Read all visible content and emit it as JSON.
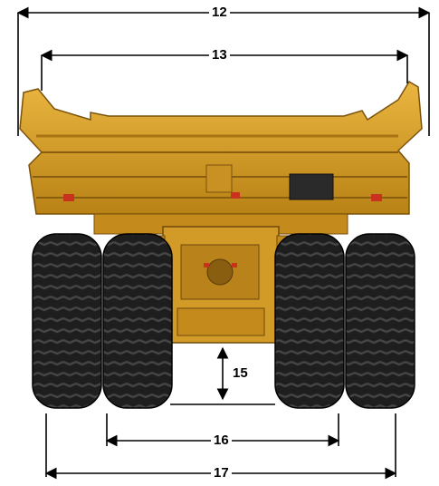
{
  "dimensions": [
    {
      "id": "dim-12",
      "label": "12"
    },
    {
      "id": "dim-13",
      "label": "13"
    },
    {
      "id": "dim-15",
      "label": "15"
    },
    {
      "id": "dim-16",
      "label": "16"
    },
    {
      "id": "dim-17",
      "label": "17"
    }
  ],
  "colors": {
    "body_yellow": "#e0a52c",
    "body_shadow": "#a87514",
    "body_dark": "#6e4a0e",
    "tire": "#1c1c1c",
    "tread": "#3a3a3a",
    "taillight": "#c8321e",
    "dimension_line": "#000000"
  }
}
